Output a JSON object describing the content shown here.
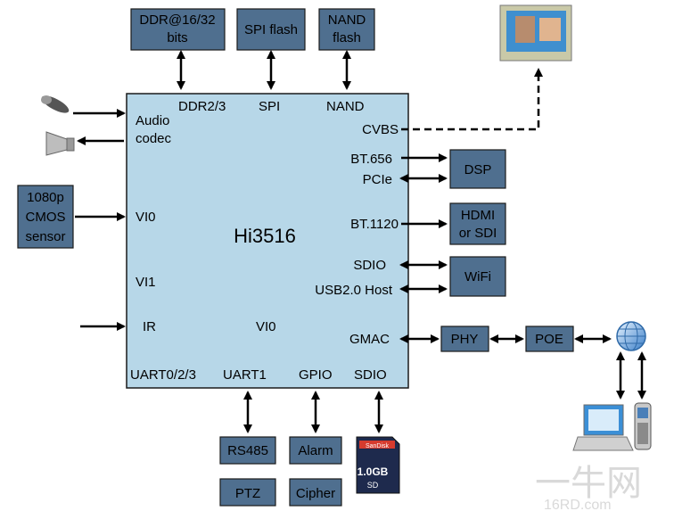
{
  "chip": {
    "name": "Hi3516",
    "top_ports": [
      "DDR2/3",
      "SPI",
      "NAND"
    ],
    "left_ports": [
      "Audio",
      "codec",
      "VI0",
      "VI1",
      "IR"
    ],
    "right_ports": [
      "CVBS",
      "BT.656",
      "PCIe",
      "BT.1120",
      "SDIO",
      "USB2.0 Host",
      "GMAC"
    ],
    "bottom_ports": [
      "UART0/2/3",
      "UART1",
      "GPIO",
      "SDIO"
    ],
    "inner_label": "VI0"
  },
  "memory": {
    "ddr": [
      "DDR@16/32",
      "bits"
    ],
    "spi": "SPI flash",
    "nand": [
      "NAND",
      "flash"
    ]
  },
  "left_devices": {
    "sensor": [
      "1080p",
      "CMOS",
      "sensor"
    ]
  },
  "right_devices": {
    "dsp": "DSP",
    "hdmi": [
      "HDMI",
      "or SDI"
    ],
    "wifi": "WiFi",
    "phy": "PHY",
    "poe": "POE"
  },
  "bottom_devices": {
    "rs485": "RS485",
    "alarm": "Alarm",
    "ptz": "PTZ",
    "cipher": "Cipher",
    "sdcard": [
      "SanDisk",
      "1.0GB",
      "SD"
    ]
  },
  "icons": [
    "microphone-icon",
    "speaker-icon",
    "monitor-icon",
    "network-globe-icon",
    "laptop-icon",
    "mobile-phone-icon",
    "sd-card-icon"
  ],
  "watermark": [
    "一牛网",
    "16RD.com"
  ],
  "colors": {
    "chip": "#b7d7e8",
    "box": "#4f6f8f"
  }
}
